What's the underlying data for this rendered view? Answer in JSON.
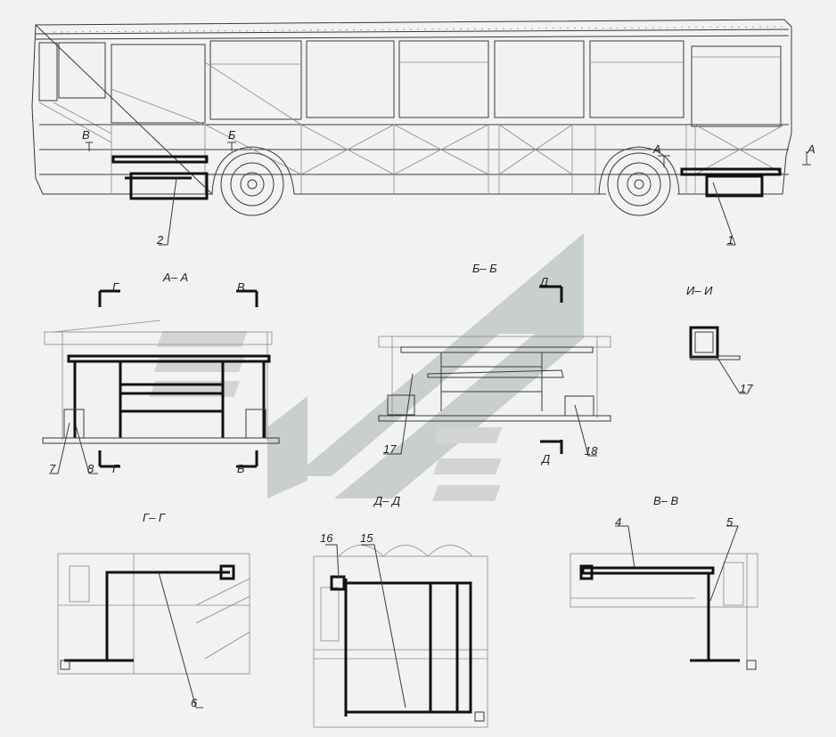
{
  "sections": {
    "aa": "А– А",
    "bb": "Б– Б",
    "ii": "И– И",
    "gg": "Г– Г",
    "dd": "Д– Д",
    "vv": "В– В"
  },
  "cut_marks": {
    "a": "А",
    "b": "Б",
    "v": "В",
    "g": "Г",
    "d": "Д"
  },
  "callouts": {
    "c1": "1",
    "c2": "2",
    "c4": "4",
    "c5": "5",
    "c6": "6",
    "c7": "7",
    "c8": "8",
    "c15": "15",
    "c16": "16",
    "c17a": "17",
    "c17b": "17",
    "c18": "18"
  }
}
